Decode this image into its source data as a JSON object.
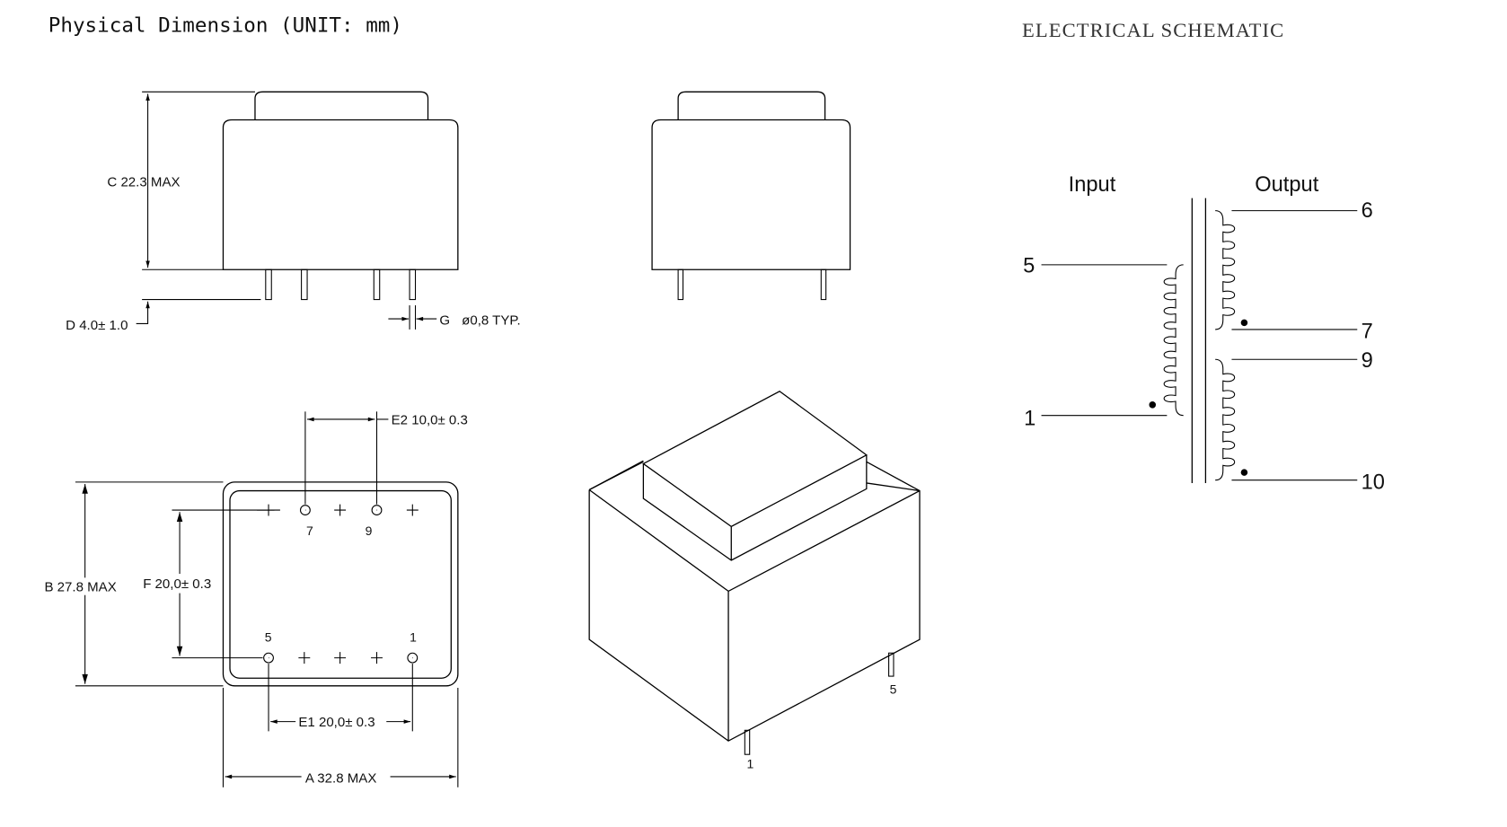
{
  "titles": {
    "physical": "Physical Dimension (UNIT: mm)",
    "schematic": "ELECTRICAL SCHEMATIC"
  },
  "dimensions": {
    "c": "C 22.3 MAX",
    "d": "D 4.0± 1.0",
    "g": "G",
    "g_value": "ø0,8 TYP.",
    "e2": "E2 10,0± 0.3",
    "b": "B 27.8 MAX",
    "f": "F 20,0± 0.3",
    "e1": "E1 20,0± 0.3",
    "a": "A 32.8 MAX"
  },
  "bottom_view_pins": {
    "p7": "7",
    "p9": "9",
    "p5": "5",
    "p1": "1"
  },
  "iso_view_pins": {
    "p1": "1",
    "p5": "5"
  },
  "schematic": {
    "input_label": "Input",
    "output_label": "Output",
    "pins": {
      "p5": "5",
      "p1": "1",
      "p6": "6",
      "p7": "7",
      "p9": "9",
      "p10": "10"
    }
  }
}
